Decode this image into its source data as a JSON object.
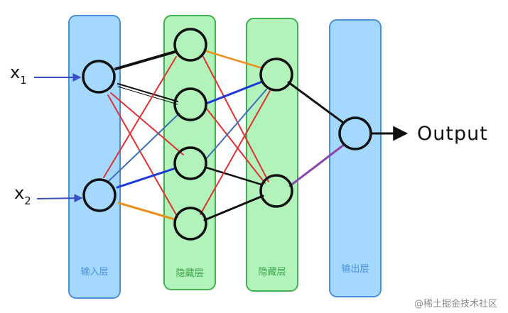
{
  "diagram": {
    "layers": [
      {
        "label": "输入层",
        "fill": "#a5d8ff",
        "stroke": "#4a90d9",
        "label_color": "#4a90d9"
      },
      {
        "label": "隐藏层",
        "fill": "#b2f2bb",
        "stroke": "#40b050",
        "label_color": "#3aa84a"
      },
      {
        "label": "隐藏层",
        "fill": "#b2f2bb",
        "stroke": "#40b050",
        "label_color": "#3aa84a"
      },
      {
        "label": "输出层",
        "fill": "#a5d8ff",
        "stroke": "#4a90d9",
        "label_color": "#4a90d9"
      }
    ],
    "inputs": [
      {
        "base": "x",
        "sub": "1"
      },
      {
        "base": "x",
        "sub": "2"
      }
    ],
    "output_label": "Output",
    "edge_colors": {
      "black": "#111111",
      "red": "#e03131",
      "blue": "#1c39d8",
      "steel": "#3b6fb6",
      "orange": "#e8901c",
      "purple": "#8e44ad",
      "input_arrow": "#3b4fc4"
    }
  },
  "watermark": "@稀土掘金技术社区"
}
